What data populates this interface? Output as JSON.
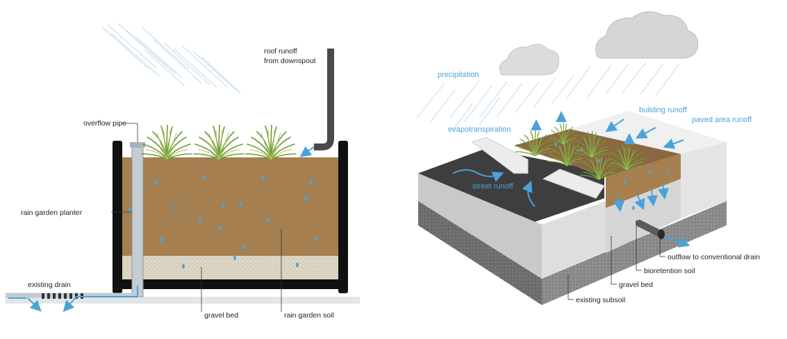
{
  "left_diagram": {
    "labels": {
      "roof_runoff_line1": "roof runoff",
      "roof_runoff_line2": "from downspout",
      "overflow_pipe": "overflow pipe",
      "planter": "rain garden planter",
      "existing_drain": "existing drain",
      "gravel_bed": "gravel bed",
      "soil": "rain garden soil"
    }
  },
  "right_diagram": {
    "labels": {
      "precipitation": "precipitation",
      "evapotranspiration": "evapotranspiration",
      "building_runoff": "building runoff",
      "paved_area_runoff": "paved area runoff",
      "street_runoff": "street runoff",
      "outflow": "outflow to conventional drain",
      "bioretention_soil": "bioretention soil",
      "gravel_bed": "gravel bed",
      "existing_subsoil": "existing subsoil"
    }
  },
  "colors": {
    "water": "#4aa3d8",
    "soil": "#a57f50",
    "gravel": "#d9d4c0",
    "planter_wall": "#111111",
    "asphalt": "#3e3e3e",
    "subsoil": "#8a8a8a",
    "concrete": "#cfcfcf",
    "plant": "#6f9a35"
  }
}
